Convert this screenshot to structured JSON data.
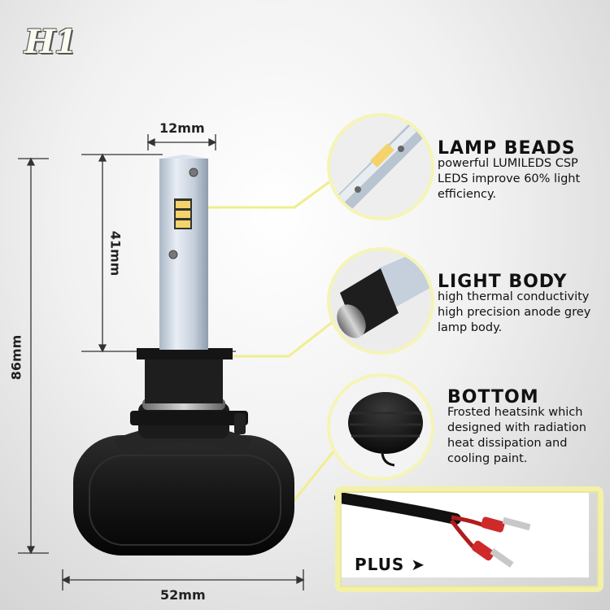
{
  "model": "H1",
  "dimensions": {
    "top_width": "12mm",
    "shaft_height": "41mm",
    "total_height": "86mm",
    "bottom_width": "52mm"
  },
  "features": [
    {
      "title": "LAMP BEADS",
      "text": "powerful LUMILEDS CSP LEDS improve  60% light efficiency."
    },
    {
      "title": "LIGHT BODY",
      "text": "high thermal conductivity high precision anode grey lamp body."
    },
    {
      "title": "BOTTOM",
      "text": "Frosted heatsink which designed with radiation heat dissipation and cooling paint."
    }
  ],
  "wiring": {
    "label": "PLUS"
  }
}
